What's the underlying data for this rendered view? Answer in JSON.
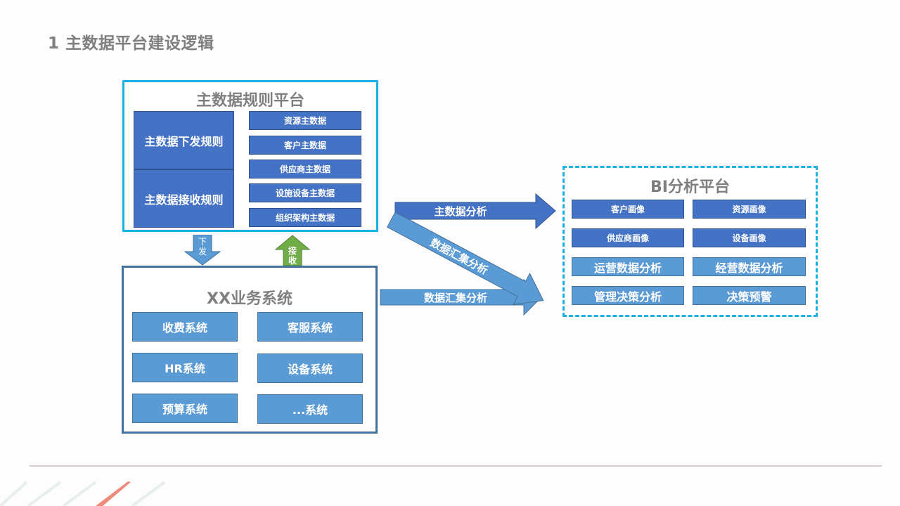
{
  "page_title": "1 主数据平台建设逻辑",
  "rules_platform": {
    "title": "主数据规则平台",
    "rules": [
      "主数据下发规则",
      "主数据接收规则"
    ],
    "master_data": [
      "资源主数据",
      "客户主数据",
      "供应商主数据",
      "设施设备主数据",
      "组织架构主数据"
    ]
  },
  "flow_arrows": {
    "issue": "下发",
    "receive": "接收",
    "master_analysis": "主数据分析",
    "aggregate_diagonal": "数据汇集分析",
    "aggregate_lower": "数据汇集分析"
  },
  "business_systems": {
    "title": "XX业务系统",
    "items": [
      "收费系统",
      "客服系统",
      "HR系统",
      "设备系统",
      "预算系统",
      "...系统"
    ]
  },
  "bi_platform": {
    "title": "BI分析平台",
    "profiles": [
      "客户画像",
      "资源画像",
      "供应商画像",
      "设备画像"
    ],
    "analyses": [
      "运营数据分析",
      "经营数据分析",
      "管理决策分析",
      "决策预警"
    ]
  },
  "colors": {
    "dark_blue": "#4472c4",
    "light_blue": "#5b9bd5",
    "cyan_frame": "#1aafe6",
    "green_arrow": "#70ad47",
    "accent_red": "#ef8a7c"
  }
}
